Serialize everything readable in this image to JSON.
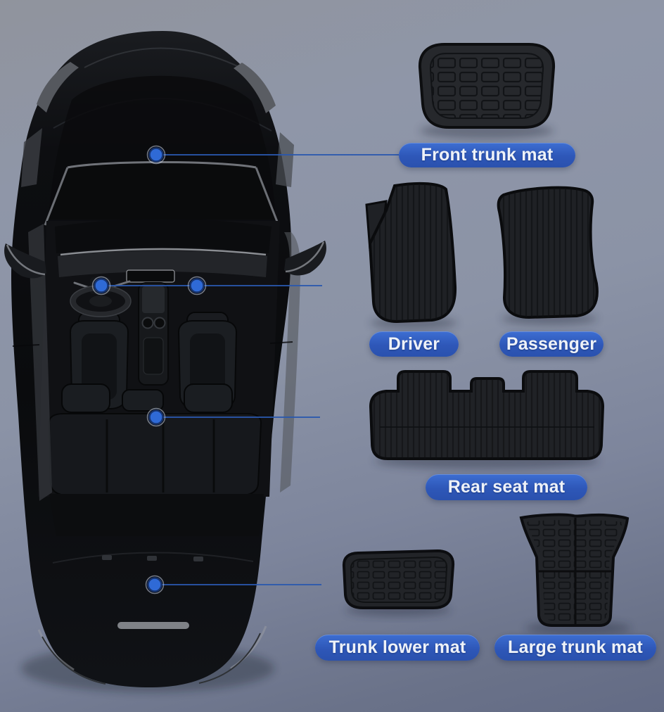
{
  "product_diagram": {
    "callouts": [
      {
        "id": "front_trunk",
        "label": "Front trunk mat"
      },
      {
        "id": "driver",
        "label": "Driver"
      },
      {
        "id": "passenger",
        "label": "Passenger"
      },
      {
        "id": "rear_seat",
        "label": "Rear seat mat"
      },
      {
        "id": "trunk_lower",
        "label": "Trunk lower mat"
      },
      {
        "id": "large_trunk",
        "label": "Large trunk mat"
      }
    ],
    "colors": {
      "label_background": "#315fc4",
      "label_text": "#eef2f8",
      "connector_line": "#2a58ae",
      "connector_dot_fill": "#2f6ad6",
      "connector_dot_ring": "#16336e",
      "mat_surface": "#202226",
      "car_body": "#0b0c0e",
      "background_top": "#90949d",
      "background_bottom": "#636b85"
    }
  }
}
